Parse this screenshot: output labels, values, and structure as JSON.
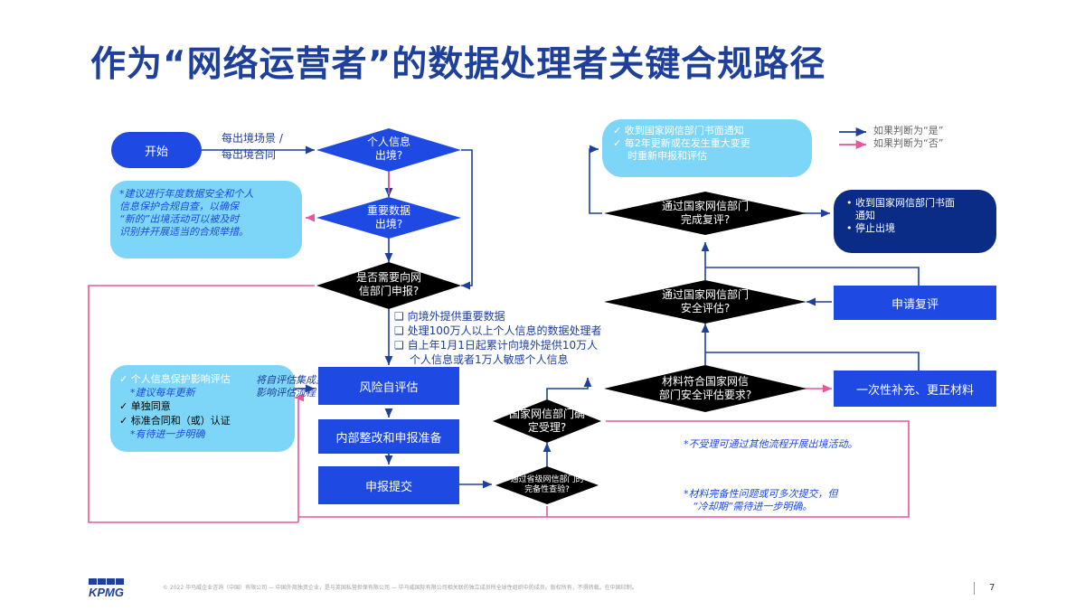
{
  "title": "作为“网络运营者”的数据处理者关键合规路径",
  "legend": {
    "yes": "如果判断为“是”",
    "no": "如果判断为“否”",
    "yes_color": "#1e3f9a",
    "no_color": "#e8569c"
  },
  "nodes": {
    "start": "开始",
    "start_label_1": "每出境场景 /",
    "start_label_2": "每出境合同",
    "d_personal_1": "个人信息",
    "d_personal_2": "出境?",
    "d_important_1": "重要数据",
    "d_important_2": "出境?",
    "d_report_1": "是否需要向网",
    "d_report_2": "信部门申报?",
    "risk": "风险自评估",
    "internal": "内部整改和申报准备",
    "submit": "申报提交",
    "d_province_1": "通过省级网信部门的",
    "d_province_2": "完备性查验?",
    "d_accept_1": "国家网信部门确",
    "d_accept_2": "定受理?",
    "d_material_1": "材料符合国家网信",
    "d_material_2": "部门安全评估要求?",
    "supplement": "一次性补充、更正材料",
    "d_security_1": "通过国家网信部门",
    "d_security_2": "安全评估?",
    "reapply": "申请复评",
    "d_review_1": "通过国家网信部门",
    "d_review_2": "完成复评?",
    "stop_items": [
      "收到国家网信部门书面",
      "通知",
      "停止出境"
    ]
  },
  "advice": [
    "*建议进行年度数据安全和个人",
    "信息保护合规自查，以确保",
    "“新的”出境活动可以被及时",
    "识别并开展适当的合规举措。"
  ],
  "success_items": [
    "收到国家网信部门书面通知",
    "每2年更新或在发生重大变更",
    "时重新申报和评估"
  ],
  "conditions": [
    "向境外提供重要数据",
    "处理100万人以上个人信息的数据处理者",
    "自上年1月1日起累计向境外提供10万人",
    "个人信息或者1万人敏感个人信息"
  ],
  "alt_items": [
    "个人信息保护影响评估",
    "*建议每年更新",
    "单独同意",
    "标准合同和（或）认证",
    "*有待进一步明确"
  ],
  "merge_note": [
    "将自评估集成至",
    "影响评估流程"
  ],
  "note_unaccepted": "*不受理可通过其他流程开展出境活动。",
  "note_coolingoff": [
    "*材料完备性问题或可多次提交，但",
    "“冷却期”需待进一步明确。"
  ],
  "footer": {
    "logo": "KPMG",
    "copyright": "© 2022 毕马威企业咨询（中国）有限公司 — 中国外商独资企业，是与英国私营担保有限公司 — 毕马威国际有限公司相关联的独立成员所全球性组织中的成员。版权所有，不得转载。在中国印制。",
    "page": "7"
  }
}
